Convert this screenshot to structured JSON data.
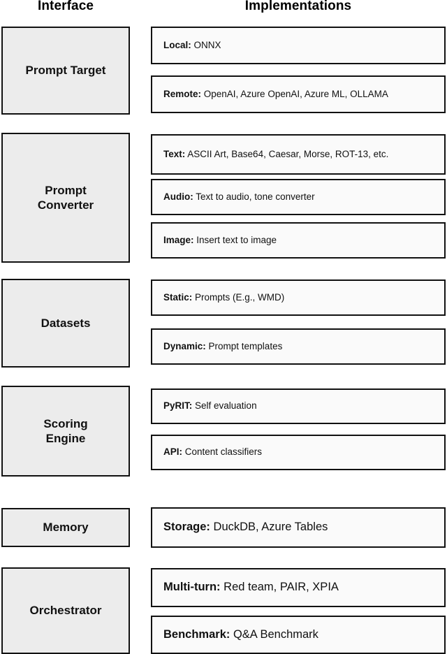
{
  "headers": {
    "left": "Interface",
    "right": "Implementations"
  },
  "sections": [
    {
      "interface": "Prompt Target",
      "implementations": [
        {
          "key": "Local",
          "value": "ONNX"
        },
        {
          "key": "Remote",
          "value": "OpenAI, Azure OpenAI, Azure ML, OLLAMA"
        }
      ]
    },
    {
      "interface": "Prompt\nConverter",
      "implementations": [
        {
          "key": "Text",
          "value": "ASCII Art, Base64, Caesar, Morse, ROT-13, etc."
        },
        {
          "key": "Audio",
          "value": "Text to audio, tone converter"
        },
        {
          "key": "Image",
          "value": "Insert text to image"
        }
      ]
    },
    {
      "interface": "Datasets",
      "implementations": [
        {
          "key": "Static",
          "value": "Prompts (E.g., WMD)"
        },
        {
          "key": "Dynamic",
          "value": "Prompt templates"
        }
      ]
    },
    {
      "interface": "Scoring\nEngine",
      "implementations": [
        {
          "key": "PyRIT",
          "value": "Self evaluation"
        },
        {
          "key": "API",
          "value": "Content classifiers"
        }
      ]
    },
    {
      "interface": "Memory",
      "implementations": [
        {
          "key": "Storage",
          "value": "DuckDB, Azure Tables"
        }
      ]
    },
    {
      "interface": "Orchestrator",
      "implementations": [
        {
          "key": "Multi-turn",
          "value": "Red team, PAIR, XPIA"
        },
        {
          "key": "Benchmark",
          "value": "Q&A Benchmark"
        }
      ]
    }
  ],
  "colors": {
    "interface_fill": "#ececec",
    "implementation_fill": "#fafafa",
    "border": "#111111",
    "background": "#ffffff"
  }
}
